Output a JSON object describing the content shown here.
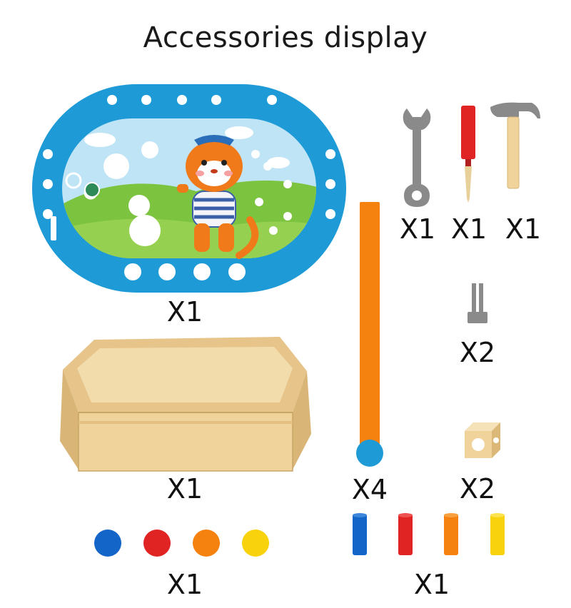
{
  "title": "Accessories display",
  "colors": {
    "board_blue": "#1e9ad6",
    "grass_green": "#7cc340",
    "sky": "#bfe4f5",
    "wood": "#f0d39a",
    "wood_dark": "#c9a566",
    "metal": "#8a8a8a",
    "orange": "#f5820f",
    "red": "#e02424",
    "blue_piece": "#1366c8",
    "yellow": "#f8d20c"
  },
  "items": {
    "board": {
      "qty": "X1",
      "icon": "tiger-board-icon"
    },
    "wrench": {
      "qty": "X1",
      "icon": "wrench-icon"
    },
    "screwdriver": {
      "qty": "X1",
      "icon": "screwdriver-icon"
    },
    "hammer": {
      "qty": "X1",
      "icon": "hammer-icon"
    },
    "bolt": {
      "qty": "X2",
      "icon": "bolt-icon"
    },
    "stick": {
      "qty": "X4",
      "icon": "orange-stick-icon"
    },
    "tray": {
      "qty": "X1",
      "icon": "wooden-tray-icon"
    },
    "cube": {
      "qty": "X2",
      "icon": "wooden-cube-icon"
    },
    "discs": {
      "qty": "X1",
      "icon": "color-discs-icon"
    },
    "pegs": {
      "qty": "X1",
      "icon": "color-pegs-icon"
    }
  }
}
